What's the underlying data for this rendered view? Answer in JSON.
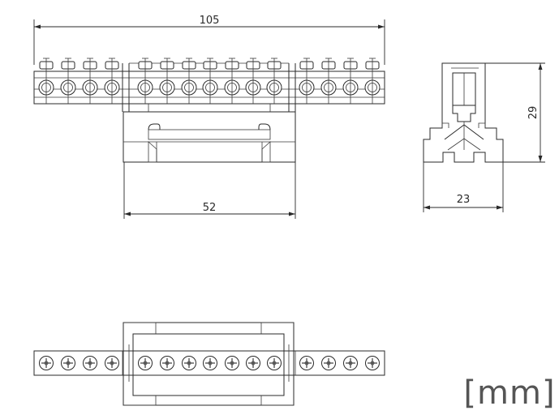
{
  "dimensions": {
    "overall_length": "105",
    "din_clip_width": "52",
    "side_height": "29",
    "side_width": "23"
  },
  "units_label": "[mm]",
  "terminal_count": 15,
  "colors": {
    "line": "#2a2a2a",
    "unit_text": "#555555",
    "background": "#ffffff"
  }
}
